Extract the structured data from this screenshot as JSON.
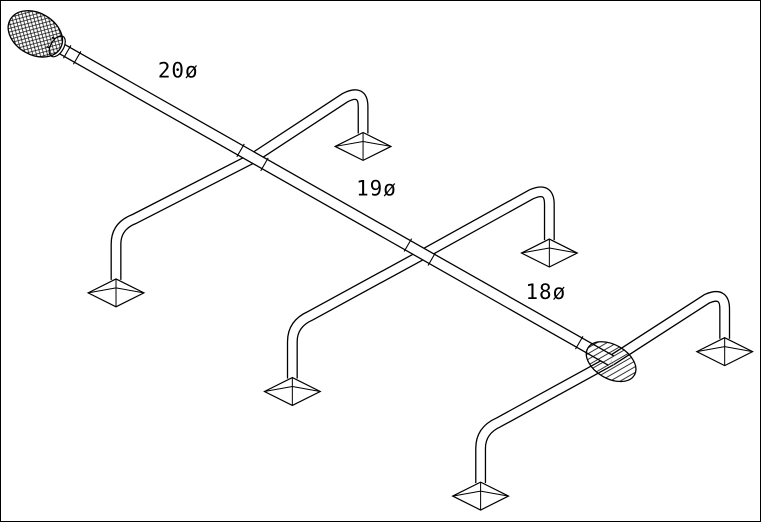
{
  "diagram": {
    "type": "isometric-piping-drawing",
    "description": "Isometric CAD line drawing of a pipe header with three cross branches, elbows down to square support feet, an inlet fitting and an inline coupling",
    "labels": [
      {
        "id": "segment-1-diameter",
        "text": "20ø"
      },
      {
        "id": "segment-2-diameter",
        "text": "19ø"
      },
      {
        "id": "segment-3-diameter",
        "text": "18ø"
      }
    ],
    "colors": {
      "line": "#000000",
      "background": "#ffffff"
    },
    "counts": {
      "support_feet": 6,
      "branches": 3
    }
  }
}
